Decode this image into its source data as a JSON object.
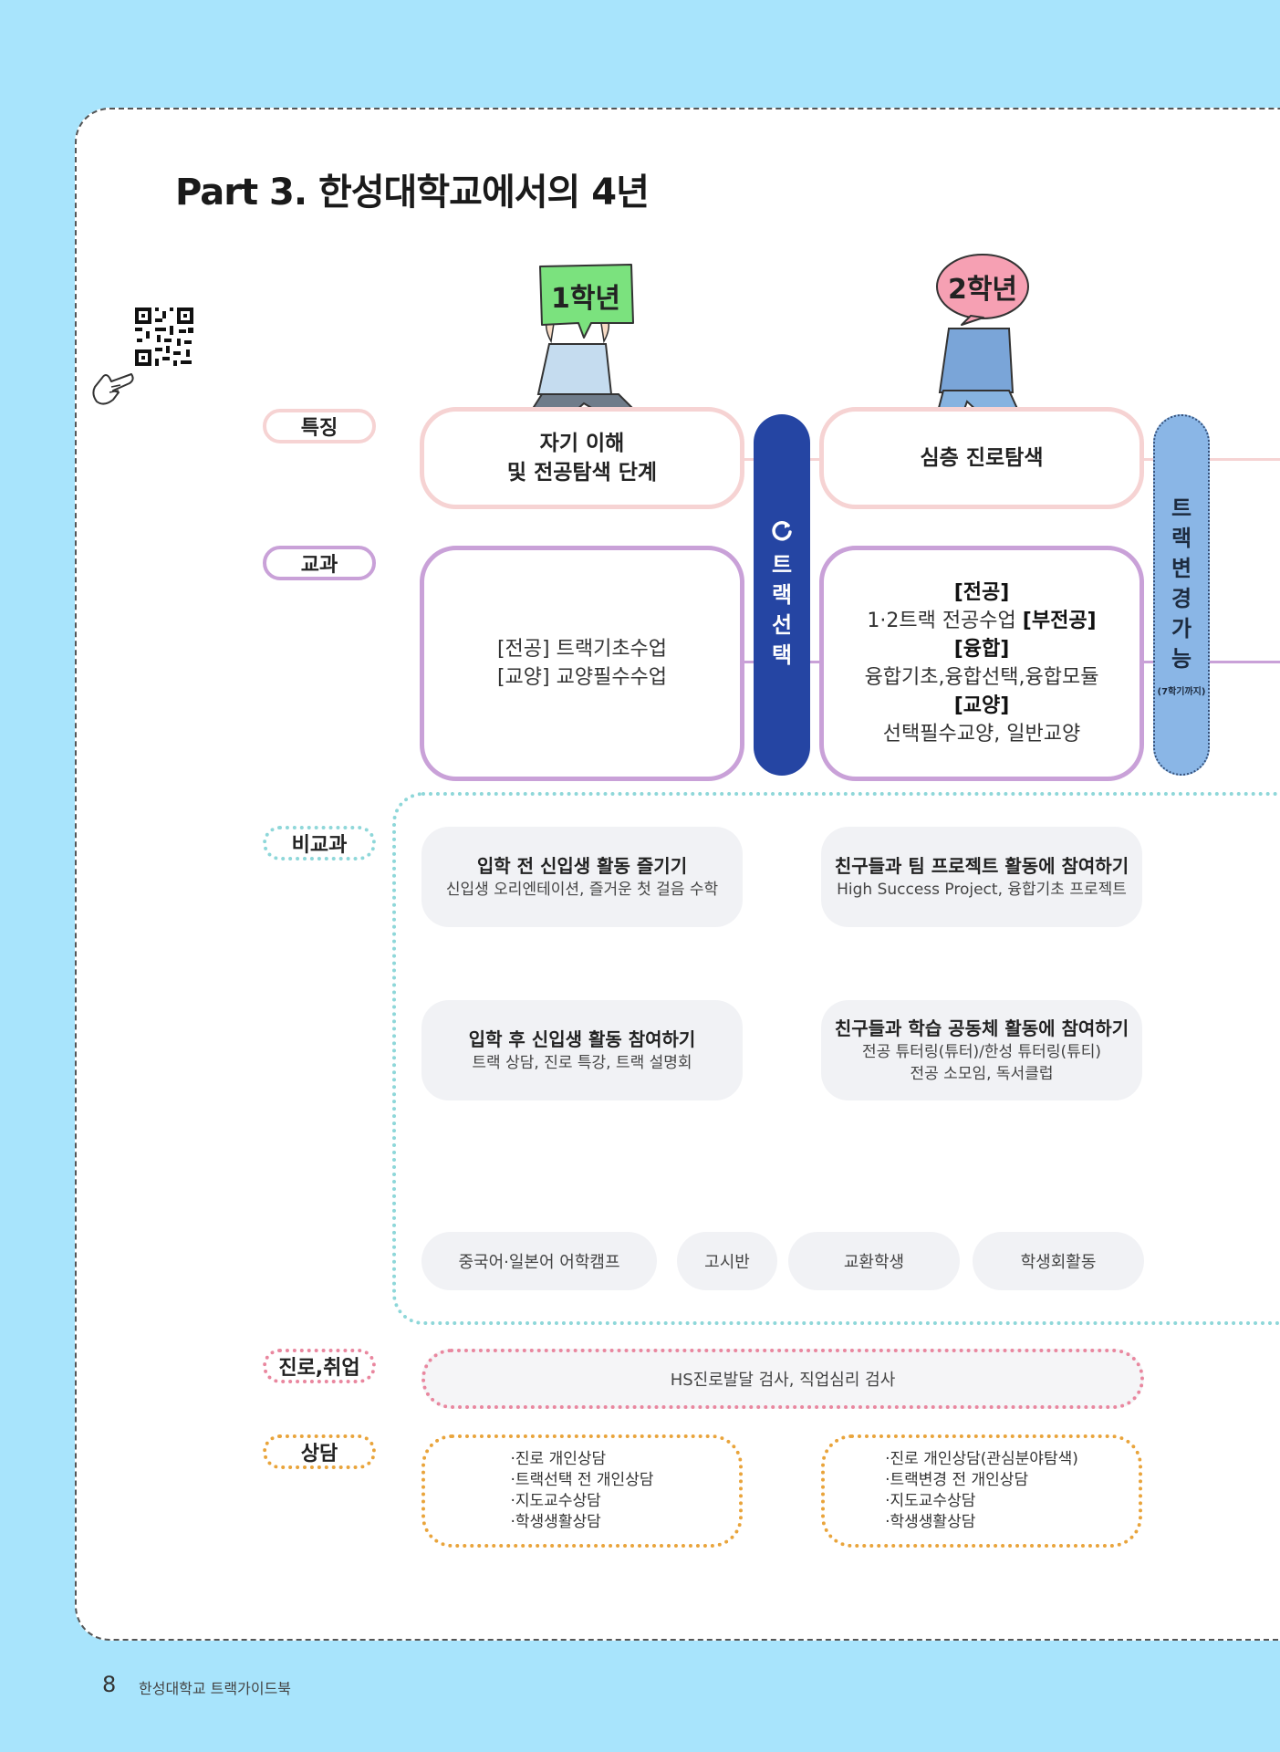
{
  "title": "Part 3. 한성대학교에서의 4년",
  "grades": {
    "g1": "1학년",
    "g2": "2학년"
  },
  "rows": {
    "feature": "특징",
    "courses": "교과",
    "extra": "비교과",
    "career": "진로,취업",
    "counsel": "상담"
  },
  "features": {
    "y1_line1": "자기 이해",
    "y1_line2": "및 전공탐색 단계",
    "y2": "심층 진로탐색"
  },
  "courses": {
    "y1": [
      "[전공] 트랙기초수업",
      "[교양] 교양필수수업"
    ],
    "y2": {
      "major_head": "[전공]",
      "major_text": "1·2트랙 전공수업",
      "minor_head": "[부전공]",
      "conv_head": "[융합]",
      "conv_text": "융합기초,융합선택,융합모듈",
      "lib_head": "[교양]",
      "lib_text": "선택필수교양, 일반교양"
    }
  },
  "track_select": {
    "icon": "refresh-icon",
    "chars": [
      "트",
      "랙",
      "선",
      "택"
    ]
  },
  "track_change": {
    "chars": [
      "트",
      "랙",
      "변",
      "경",
      "가",
      "능"
    ],
    "note": "(7학기까지)"
  },
  "activities": {
    "a1_title": "입학 전 신입생 활동 즐기기",
    "a1_sub": "신입생 오리엔테이션, 즐거운 첫 걸음 수학",
    "a2_title": "친구들과 팀 프로젝트 활동에 참여하기",
    "a2_sub": "High Success Project, 융합기초 프로젝트",
    "a3_title": "입학 후 신입생 활동 참여하기",
    "a3_sub": "트랙 상담, 진로 특강, 트랙 설명회",
    "a4_title": "친구들과 학습 공동체 활동에 참여하기",
    "a4_sub1": "전공 튜터링(튜터)/한성 튜터링(튜티)",
    "a4_sub2": "전공 소모임, 독서클럽"
  },
  "pills": [
    "중국어·일본어 어학캠프",
    "고시반",
    "교환학생",
    "학생회활동"
  ],
  "career_text": "HS진로발달 검사, 직업심리 검사",
  "counsel": {
    "y1": [
      "·진로 개인상담",
      "·트랙선택 전 개인상담",
      "·지도교수상담",
      "·학생생활상담"
    ],
    "y2": [
      "·진로 개인상담(관심분야탐색)",
      "·트랙변경 전 개인상담",
      "·지도교수상담",
      "·학생생활상담"
    ]
  },
  "footer": {
    "page": "8",
    "book": "한성대학교 트랙가이드북"
  },
  "colors": {
    "background": "#a8e4fc",
    "track_select": "#2545a3",
    "track_change": "#8ab6e6",
    "grade1_sign": "#7be27e",
    "grade2_sign": "#f6a0b3"
  }
}
